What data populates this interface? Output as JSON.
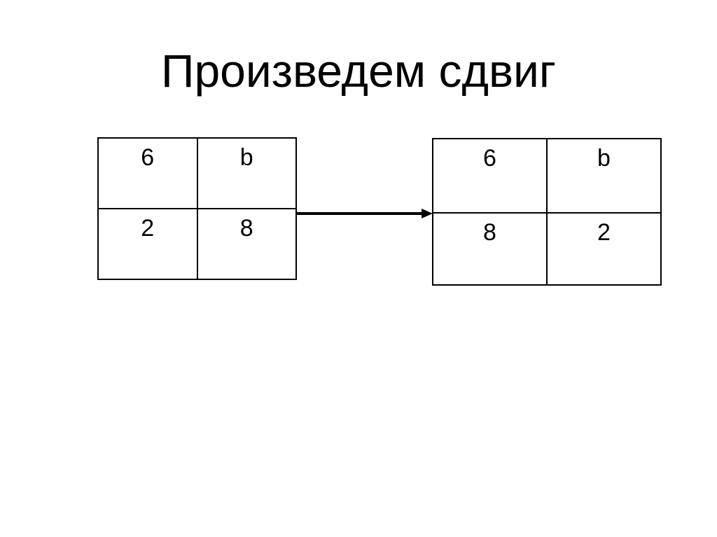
{
  "slide": {
    "title": "Произведем сдвиг",
    "background_color": "#ffffff",
    "text_color": "#000000",
    "border_color": "#000000"
  },
  "diagram": {
    "left_table": {
      "rows": [
        [
          "6",
          "b"
        ],
        [
          "2",
          "8"
        ]
      ]
    },
    "right_table": {
      "rows": [
        [
          "6",
          "b"
        ],
        [
          "8",
          "2"
        ]
      ]
    },
    "arrow": {
      "direction": "right",
      "color": "#000000"
    }
  }
}
